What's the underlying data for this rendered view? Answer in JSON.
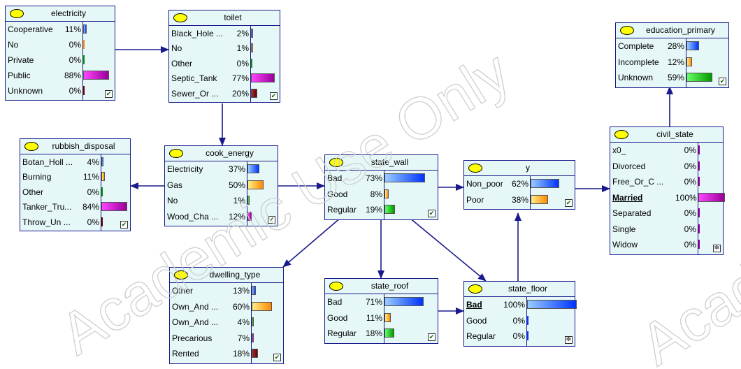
{
  "watermark_text": "Academic Use Only",
  "nodes": [
    {
      "id": "electricity",
      "title": "electricity",
      "finding": false,
      "states": [
        {
          "label": "Cooperative",
          "pct": "11%",
          "p": 0.11,
          "color": "blue"
        },
        {
          "label": "No",
          "pct": "0%",
          "p": 0.0,
          "color": "orange"
        },
        {
          "label": "Private",
          "pct": "0%",
          "p": 0.0,
          "color": "green"
        },
        {
          "label": "Public",
          "pct": "88%",
          "p": 0.88,
          "color": "purple"
        },
        {
          "label": "Unknown",
          "pct": "0%",
          "p": 0.0,
          "color": "darkred"
        }
      ]
    },
    {
      "id": "toilet",
      "title": "toilet",
      "finding": false,
      "states": [
        {
          "label": "Black_Hole ...",
          "pct": "2%",
          "p": 0.02,
          "color": "blue"
        },
        {
          "label": "No",
          "pct": "1%",
          "p": 0.01,
          "color": "orange"
        },
        {
          "label": "Other",
          "pct": "0%",
          "p": 0.0,
          "color": "green"
        },
        {
          "label": "Septic_Tank",
          "pct": "77%",
          "p": 0.77,
          "color": "purple"
        },
        {
          "label": "Sewer_Or ...",
          "pct": "20%",
          "p": 0.2,
          "color": "darkred"
        }
      ]
    },
    {
      "id": "education_primary",
      "title": "education_primary",
      "finding": false,
      "states": [
        {
          "label": "Complete",
          "pct": "28%",
          "p": 0.28,
          "color": "blue"
        },
        {
          "label": "Incomplete",
          "pct": "12%",
          "p": 0.12,
          "color": "orange"
        },
        {
          "label": "Unknown",
          "pct": "59%",
          "p": 0.59,
          "color": "green"
        }
      ]
    },
    {
      "id": "rubbish_disposal",
      "title": "rubbish_disposal",
      "finding": false,
      "states": [
        {
          "label": "Botan_Holl ...",
          "pct": "4%",
          "p": 0.04,
          "color": "blue"
        },
        {
          "label": "Burning",
          "pct": "11%",
          "p": 0.11,
          "color": "orange"
        },
        {
          "label": "Other",
          "pct": "0%",
          "p": 0.0,
          "color": "green"
        },
        {
          "label": "Tanker_Tru...",
          "pct": "84%",
          "p": 0.84,
          "color": "purple"
        },
        {
          "label": "Throw_Un ...",
          "pct": "0%",
          "p": 0.0,
          "color": "darkred"
        }
      ]
    },
    {
      "id": "cook_energy",
      "title": "cook_energy",
      "finding": false,
      "states": [
        {
          "label": "Electricity",
          "pct": "37%",
          "p": 0.37,
          "color": "blue"
        },
        {
          "label": "Gas",
          "pct": "50%",
          "p": 0.5,
          "color": "orange"
        },
        {
          "label": "No",
          "pct": "1%",
          "p": 0.01,
          "color": "green"
        },
        {
          "label": "Wood_Cha ...",
          "pct": "12%",
          "p": 0.12,
          "color": "purple"
        }
      ]
    },
    {
      "id": "state_wall",
      "title": "state_wall",
      "finding": false,
      "states": [
        {
          "label": "Bad",
          "pct": "73%",
          "p": 0.73,
          "color": "blue"
        },
        {
          "label": "Good",
          "pct": "8%",
          "p": 0.08,
          "color": "orange"
        },
        {
          "label": "Regular",
          "pct": "19%",
          "p": 0.19,
          "color": "green"
        }
      ]
    },
    {
      "id": "y",
      "title": "y",
      "finding": false,
      "states": [
        {
          "label": "Non_poor",
          "pct": "62%",
          "p": 0.62,
          "color": "blue"
        },
        {
          "label": "Poor",
          "pct": "38%",
          "p": 0.38,
          "color": "orange"
        }
      ]
    },
    {
      "id": "civil_state",
      "title": "civil_state",
      "finding": true,
      "states": [
        {
          "label": "x0_",
          "pct": "0%",
          "p": 0.0,
          "color": "purple"
        },
        {
          "label": "Divorced",
          "pct": "0%",
          "p": 0.0,
          "color": "purple"
        },
        {
          "label": "Free_Or_C ...",
          "pct": "0%",
          "p": 0.0,
          "color": "purple"
        },
        {
          "label": "Married",
          "pct": "100%",
          "p": 1.0,
          "color": "purple",
          "bold": true
        },
        {
          "label": "Separated",
          "pct": "0%",
          "p": 0.0,
          "color": "purple"
        },
        {
          "label": "Single",
          "pct": "0%",
          "p": 0.0,
          "color": "purple"
        },
        {
          "label": "Widow",
          "pct": "0%",
          "p": 0.0,
          "color": "purple"
        }
      ]
    },
    {
      "id": "dwelling_type",
      "title": "dwelling_type",
      "finding": false,
      "states": [
        {
          "label": "Other",
          "pct": "13%",
          "p": 0.13,
          "color": "blue"
        },
        {
          "label": "Own_And ...",
          "pct": "60%",
          "p": 0.6,
          "color": "orange"
        },
        {
          "label": "Own_And ...",
          "pct": "4%",
          "p": 0.04,
          "color": "green"
        },
        {
          "label": "Precarious",
          "pct": "7%",
          "p": 0.07,
          "color": "purple"
        },
        {
          "label": "Rented",
          "pct": "18%",
          "p": 0.18,
          "color": "darkred"
        }
      ]
    },
    {
      "id": "state_roof",
      "title": "state_roof",
      "finding": false,
      "states": [
        {
          "label": "Bad",
          "pct": "71%",
          "p": 0.71,
          "color": "blue"
        },
        {
          "label": "Good",
          "pct": "11%",
          "p": 0.11,
          "color": "orange"
        },
        {
          "label": "Regular",
          "pct": "18%",
          "p": 0.18,
          "color": "green"
        }
      ]
    },
    {
      "id": "state_floor",
      "title": "state_floor",
      "finding": true,
      "states": [
        {
          "label": "Bad",
          "pct": "100%",
          "p": 1.0,
          "color": "blue",
          "bold": true
        },
        {
          "label": "Good",
          "pct": "0%",
          "p": 0.0,
          "color": "blue"
        },
        {
          "label": "Regular",
          "pct": "0%",
          "p": 0.0,
          "color": "blue"
        }
      ]
    }
  ],
  "colors": {
    "node_bg": "#e6f7f7",
    "border": "#1a1a8c",
    "edge": "#1a1a8c",
    "blue": [
      "#99ccff",
      "#0033ff"
    ],
    "orange": [
      "#ffee88",
      "#ff8800"
    ],
    "green": [
      "#66ff66",
      "#009900"
    ],
    "purple": [
      "#ff44ff",
      "#990099"
    ],
    "darkred": [
      "#993333",
      "#660000"
    ]
  }
}
